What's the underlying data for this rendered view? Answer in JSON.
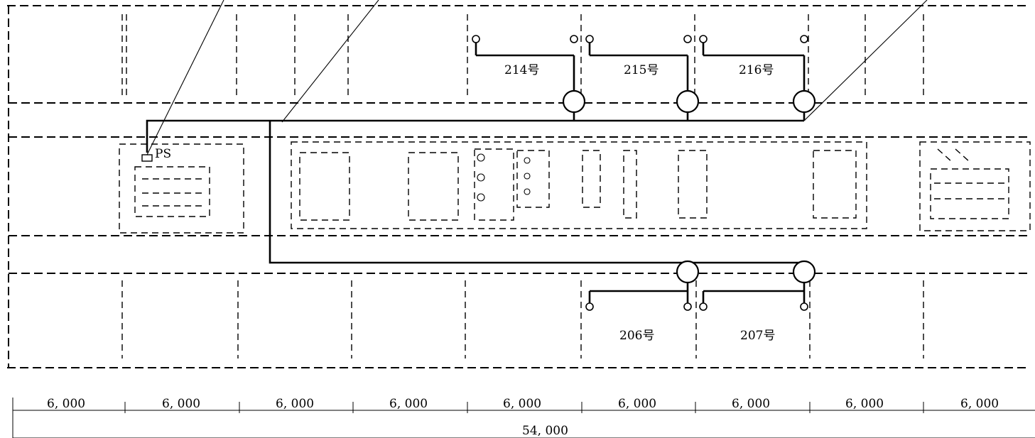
{
  "drawing": {
    "ps_label": "PS",
    "upper_rooms": [
      "214号",
      "215号",
      "216号"
    ],
    "lower_rooms": [
      "206号",
      "207号"
    ],
    "bay_dimensions": [
      "6, 000",
      "6, 000",
      "6, 000",
      "6, 000",
      "6, 000",
      "6, 000",
      "6, 000",
      "6, 000",
      "6, 000"
    ],
    "total_dimension": "54, 000"
  }
}
